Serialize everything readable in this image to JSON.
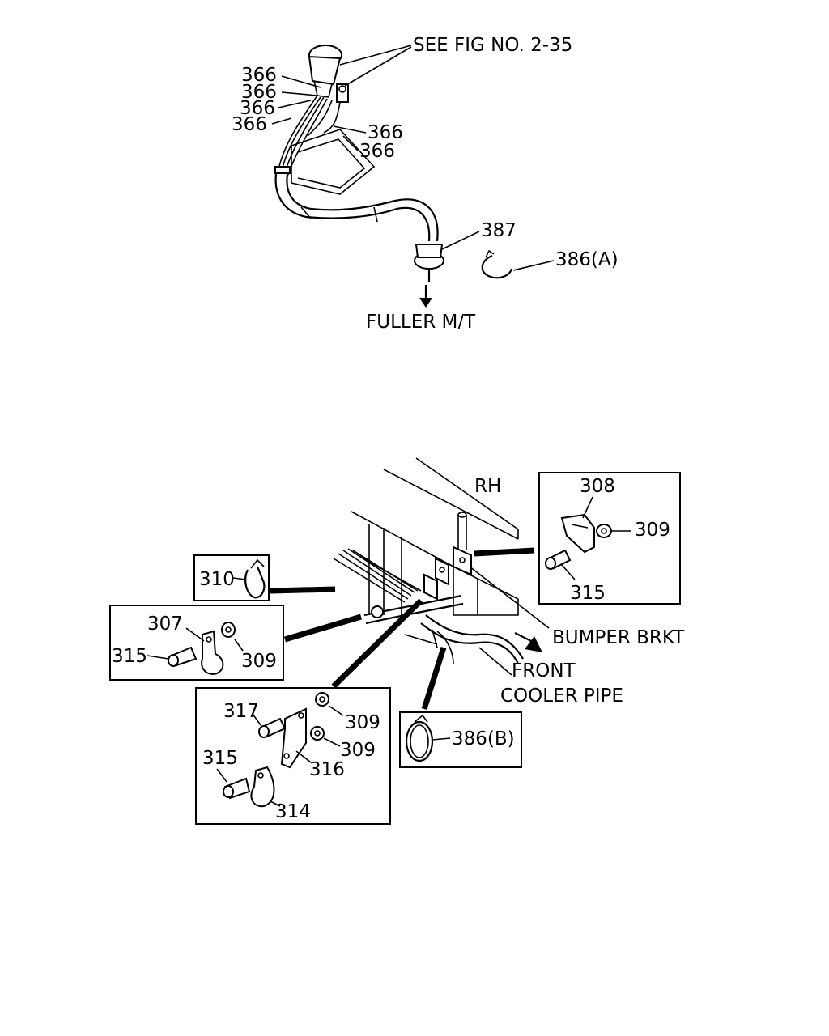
{
  "top_diagram": {
    "ref_label": "SEE FIG NO. 2-35",
    "wire_labels": [
      "366",
      "366",
      "366",
      "366",
      "366",
      "366"
    ],
    "grommet_label": "387",
    "clip_label": "386(A)",
    "destination_label": "FULLER M/T"
  },
  "bottom_diagram": {
    "side_label": "RH",
    "bumper_label": "BUMPER BRKT",
    "pipe_label_line1": "FRONT",
    "pipe_label_line2": "COOLER PIPE",
    "box_308": {
      "bracket": "308",
      "nut": "309",
      "bolt": "315"
    },
    "box_310": {
      "clip": "310"
    },
    "box_307": {
      "clamp": "307",
      "bolt": "315",
      "nut": "309"
    },
    "box_316": {
      "bolt_a": "317",
      "nut_a": "309",
      "nut_b": "309",
      "bracket": "316",
      "bolt_b": "315",
      "clamp": "314"
    },
    "box_386b": {
      "clip": "386(B)"
    }
  }
}
